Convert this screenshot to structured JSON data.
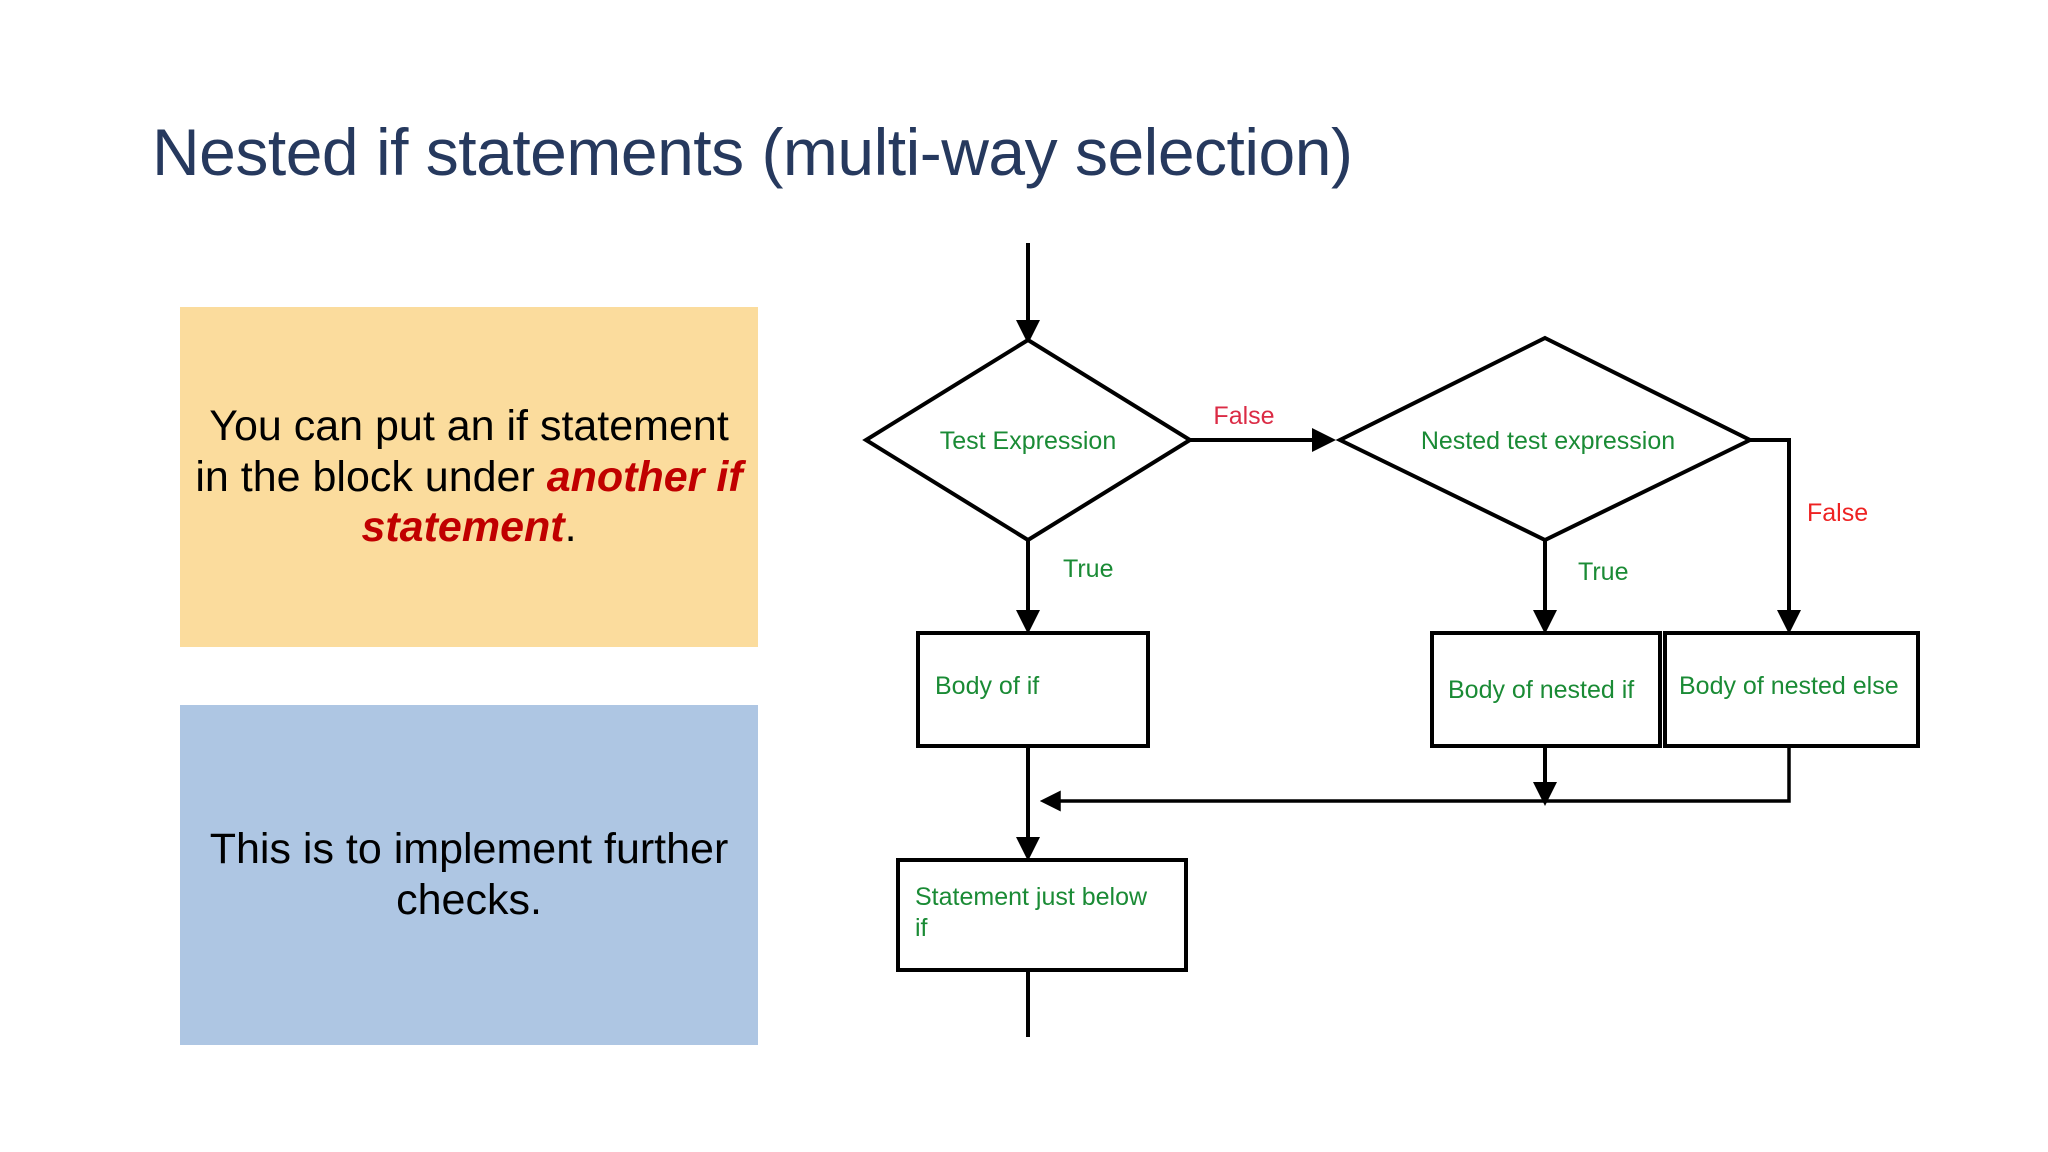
{
  "slide": {
    "title": "Nested if statements (multi-way selection)",
    "background_color": "#ffffff",
    "title_color": "#26395E"
  },
  "callouts": [
    {
      "id": "orange",
      "background_color": "#FBDC9D",
      "text_plain": "You can put an if statement in the block under another if statement.",
      "segments": {
        "normal_1": "You can put an if statement in the block under ",
        "emphasis": "another if statement",
        "normal_2": "."
      },
      "emphasis_color": "#C00000"
    },
    {
      "id": "blue",
      "background_color": "#AEC6E3",
      "text_plain": "This is to implement further checks.",
      "segments": {
        "normal_1": "This is to implement further checks."
      }
    }
  ],
  "chart_data": {
    "type": "flowchart",
    "title": "Nested if statements flowchart",
    "node_text_color": "#1a8b35",
    "true_label_color": "#1a8b35",
    "false_label_color": "#DB2B45",
    "line_color": "#000000",
    "nodes": [
      {
        "id": "test-expression",
        "shape": "diamond",
        "label": "Test Expression"
      },
      {
        "id": "nested-test-expression",
        "shape": "diamond",
        "label": "Nested test expression"
      },
      {
        "id": "body-of-if",
        "shape": "rectangle",
        "label": "Body of if"
      },
      {
        "id": "body-of-nested-if",
        "shape": "rectangle",
        "label": "Body of nested if"
      },
      {
        "id": "body-of-nested-else",
        "shape": "rectangle",
        "label": "Body of nested else"
      },
      {
        "id": "statement-below-if",
        "shape": "rectangle",
        "label_line_1": "Statement just below",
        "label_line_2": "if"
      }
    ],
    "edges": [
      {
        "from": "entry",
        "to": "test-expression",
        "label": ""
      },
      {
        "from": "test-expression",
        "to": "body-of-if",
        "label": "True"
      },
      {
        "from": "test-expression",
        "to": "nested-test-expression",
        "label": "False"
      },
      {
        "from": "nested-test-expression",
        "to": "body-of-nested-if",
        "label": "True"
      },
      {
        "from": "nested-test-expression",
        "to": "body-of-nested-else",
        "label": "False"
      },
      {
        "from": "body-of-if",
        "to": "statement-below-if",
        "label": ""
      },
      {
        "from": "body-of-nested-if",
        "to": "merge",
        "label": ""
      },
      {
        "from": "body-of-nested-else",
        "to": "merge",
        "label": ""
      },
      {
        "from": "merge",
        "to": "statement-below-if",
        "label": ""
      },
      {
        "from": "statement-below-if",
        "to": "exit",
        "label": ""
      }
    ],
    "labels": {
      "true_1": "True",
      "true_2": "True",
      "false_1": "False",
      "false_2": "False"
    }
  }
}
